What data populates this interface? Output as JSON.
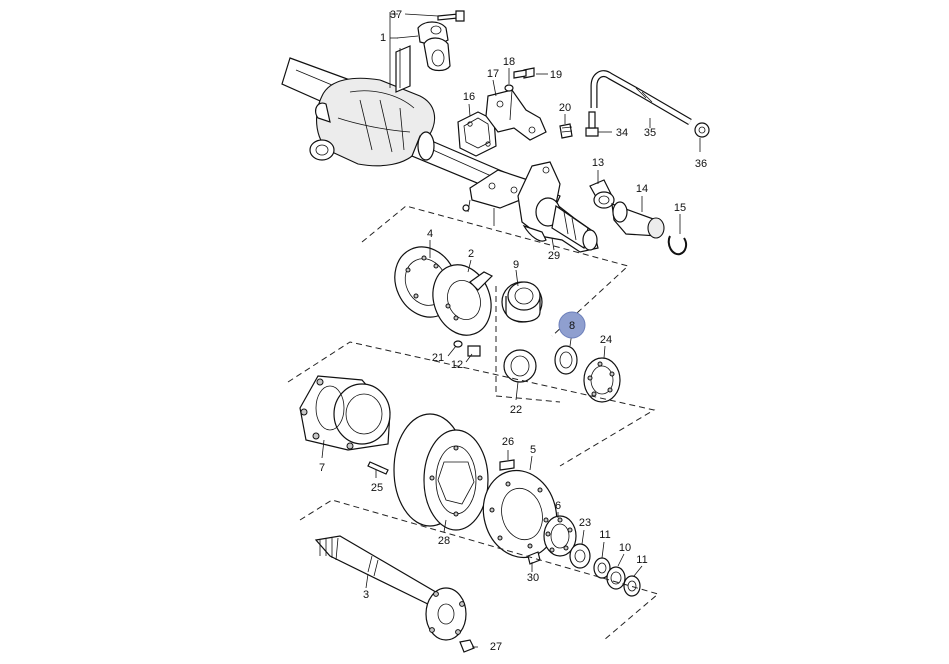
{
  "callouts": [
    {
      "id": "37",
      "label": "37"
    },
    {
      "id": "1",
      "label": "1"
    },
    {
      "id": "18",
      "label": "18"
    },
    {
      "id": "17",
      "label": "17"
    },
    {
      "id": "19",
      "label": "19"
    },
    {
      "id": "16",
      "label": "16"
    },
    {
      "id": "20",
      "label": "20"
    },
    {
      "id": "34",
      "label": "34"
    },
    {
      "id": "35",
      "label": "35"
    },
    {
      "id": "36",
      "label": "36"
    },
    {
      "id": "13",
      "label": "13"
    },
    {
      "id": "14",
      "label": "14"
    },
    {
      "id": "15",
      "label": "15"
    },
    {
      "id": "29",
      "label": "29"
    },
    {
      "id": "4",
      "label": "4"
    },
    {
      "id": "2",
      "label": "2"
    },
    {
      "id": "9",
      "label": "9"
    },
    {
      "id": "8",
      "label": "8",
      "highlighted": true
    },
    {
      "id": "24",
      "label": "24"
    },
    {
      "id": "21",
      "label": "21"
    },
    {
      "id": "12",
      "label": "12"
    },
    {
      "id": "22",
      "label": "22"
    },
    {
      "id": "7",
      "label": "7"
    },
    {
      "id": "25",
      "label": "25"
    },
    {
      "id": "26",
      "label": "26"
    },
    {
      "id": "5",
      "label": "5"
    },
    {
      "id": "28",
      "label": "28"
    },
    {
      "id": "6",
      "label": "6"
    },
    {
      "id": "23",
      "label": "23"
    },
    {
      "id": "11a",
      "label": "11"
    },
    {
      "id": "10",
      "label": "10"
    },
    {
      "id": "11b",
      "label": "11"
    },
    {
      "id": "30",
      "label": "30"
    },
    {
      "id": "3",
      "label": "3"
    },
    {
      "id": "27",
      "label": "27"
    }
  ],
  "colors": {
    "line": "#111111",
    "highlight": "#8f9fcf"
  }
}
